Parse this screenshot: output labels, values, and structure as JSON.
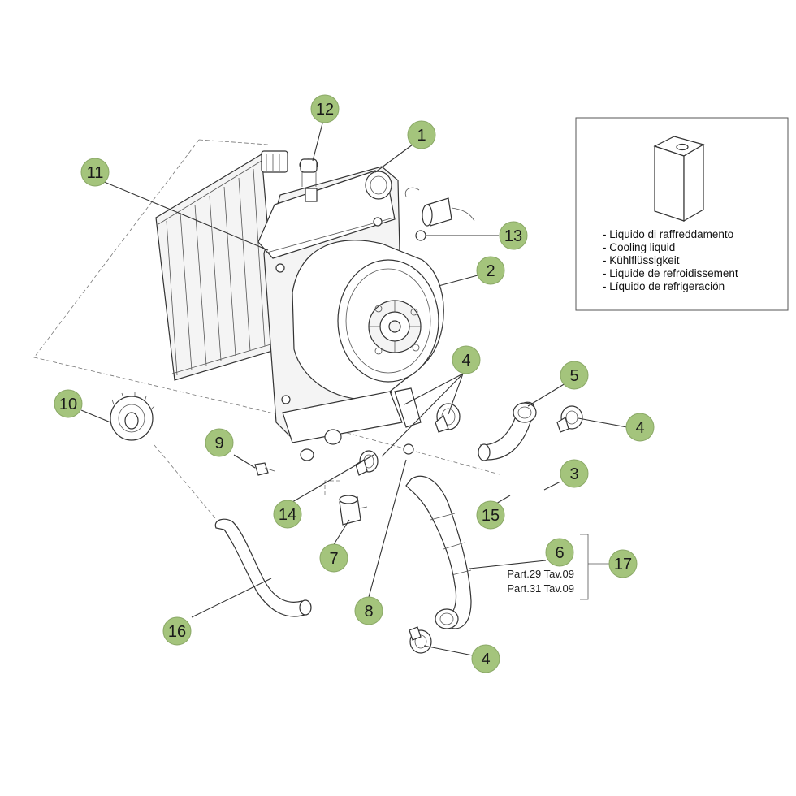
{
  "callouts": [
    {
      "id": "c1",
      "label": "1"
    },
    {
      "id": "c2",
      "label": "2"
    },
    {
      "id": "c3",
      "label": "3"
    },
    {
      "id": "c4a",
      "label": "4"
    },
    {
      "id": "c4b",
      "label": "4"
    },
    {
      "id": "c4c",
      "label": "4"
    },
    {
      "id": "c5",
      "label": "5"
    },
    {
      "id": "c6",
      "label": "6"
    },
    {
      "id": "c7",
      "label": "7"
    },
    {
      "id": "c8",
      "label": "8"
    },
    {
      "id": "c9",
      "label": "9"
    },
    {
      "id": "c10",
      "label": "10"
    },
    {
      "id": "c11",
      "label": "11"
    },
    {
      "id": "c12",
      "label": "12"
    },
    {
      "id": "c13",
      "label": "13"
    },
    {
      "id": "c14",
      "label": "14"
    },
    {
      "id": "c15",
      "label": "15"
    },
    {
      "id": "c16",
      "label": "16"
    },
    {
      "id": "c17",
      "label": "17"
    }
  ],
  "references": [
    "Part.29 Tav.09",
    "Part.31 Tav.09"
  ],
  "legend": {
    "lines": [
      "- Liquido di raffreddamento",
      "- Cooling liquid",
      "- Kühlflüssigkeit",
      "- Liquide de refroidissement",
      "- Líquido de refrigeración"
    ]
  },
  "colors": {
    "callout_fill": "#a4c47c",
    "line": "#333333"
  }
}
